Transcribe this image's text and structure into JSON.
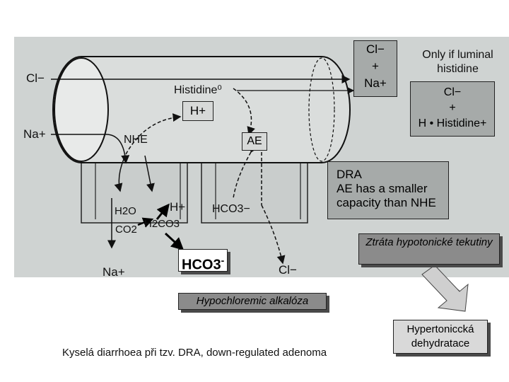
{
  "diagram": {
    "cl_lumen": "Cl−",
    "na_lumen": "Na+",
    "histidine0": "Histidine⁰",
    "h_plus_lumen": "H+",
    "nhe": "NHE",
    "ae": "AE",
    "h_plus_cell": "H+",
    "hco3_cell": "HCO3−",
    "h2o": "H2O",
    "h2co3": "H2CO3",
    "co2": "CO2",
    "na_blood": "Na+",
    "hco3_big": "HCO3",
    "hco3_big_sup": "-",
    "cl_blood": "Cl−",
    "lumen_box": {
      "cl": "Cl−",
      "plus": "+",
      "na": "Na+"
    },
    "only_if": "Only if luminal histidine",
    "result_box": {
      "cl": "Cl−",
      "plus": "+",
      "h_histidine": "H • Histidine+"
    },
    "dra_box": {
      "title": "DRA",
      "text": "AE has a smaller capacity than NHE"
    }
  },
  "notes": {
    "hypotonic_loss": "Ztráta hypotonické tekutiny",
    "alkalosis": "Hypochloremic alkalóza",
    "hypertonic": "Hypertoniccká dehydratace",
    "caption": "Kyselá diarrhoea při tzv. DRA, down-regulated adenoma"
  },
  "colors": {
    "scan_bg": "#cfd3d2",
    "box_gray": "#a6aaa9",
    "note_gray": "#8b8b8b"
  }
}
